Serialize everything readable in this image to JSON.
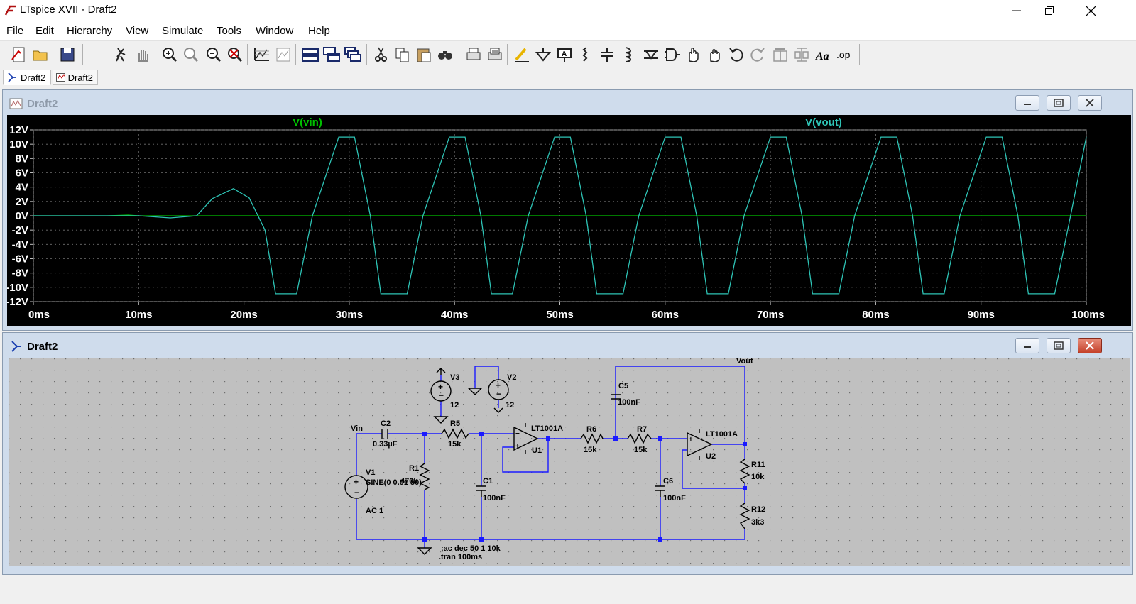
{
  "window": {
    "title": "LTspice XVII - Draft2",
    "minimize_icon": "minimize-icon",
    "maximize_icon": "restore-icon",
    "close_icon": "close-icon"
  },
  "menu": [
    "File",
    "Edit",
    "Hierarchy",
    "View",
    "Simulate",
    "Tools",
    "Window",
    "Help"
  ],
  "toolbar_icons": [
    "new-schematic-icon",
    "open-icon",
    "save-icon",
    "run-icon",
    "halt-icon",
    "zoom-in-icon",
    "pan-icon",
    "zoom-out-icon",
    "zoom-fit-icon",
    "autorange-icon",
    "waveform-icon",
    "tile-horizontal-icon",
    "tile-vertical-icon",
    "cascade-icon",
    "cut-icon",
    "copy-icon",
    "paste-icon",
    "find-icon",
    "print-icon",
    "print-preview-icon",
    "draw-wire-icon",
    "ground-icon",
    "label-net-icon",
    "resistor-icon",
    "capacitor-icon",
    "inductor-icon",
    "diode-icon",
    "component-icon",
    "move-icon",
    "drag-icon",
    "undo-icon",
    "redo-icon",
    "rotate-icon",
    "mirror-icon",
    "text-icon",
    "spice-directive-icon"
  ],
  "toolbar_text": {
    "text_glyph": "Aa",
    "op_glyph": ".op"
  },
  "tabs": [
    {
      "label": "Draft2",
      "icon": "schematic-icon"
    },
    {
      "label": "Draft2",
      "icon": "waveform-icon"
    }
  ],
  "waveform_window": {
    "title": "Draft2",
    "icon": "waveform-icon",
    "trace_labels": [
      "V(vin)",
      "V(vout)"
    ],
    "trace_colors": {
      "vin": "#00c000",
      "vout": "#2ec4b6"
    }
  },
  "chart_data": {
    "type": "line",
    "title": "",
    "xlabel": "",
    "ylabel": "",
    "xlim": [
      0,
      100
    ],
    "ylim": [
      -12,
      12
    ],
    "y_ticks": [
      "12V",
      "10V",
      "8V",
      "6V",
      "4V",
      "2V",
      "0V",
      "-2V",
      "-4V",
      "-6V",
      "-8V",
      "-10V",
      "-12V"
    ],
    "x_ticks": [
      "0ms",
      "10ms",
      "20ms",
      "30ms",
      "40ms",
      "50ms",
      "60ms",
      "70ms",
      "80ms",
      "90ms",
      "100ms"
    ],
    "grid": true,
    "series": [
      {
        "name": "V(vin)",
        "color": "#00c000",
        "x": [
          0,
          7,
          9,
          10,
          20,
          30,
          40,
          50,
          60,
          70,
          80,
          90,
          100
        ],
        "y": [
          0,
          0,
          0.1,
          0,
          0,
          0,
          0,
          0,
          0,
          0,
          0,
          0,
          0
        ]
      },
      {
        "name": "V(vout)",
        "color": "#2ec4b6",
        "x": [
          0,
          10,
          13,
          15.5,
          17,
          19,
          20.5,
          22,
          23,
          25,
          26.5,
          29,
          30.5,
          32,
          33,
          35.5,
          37,
          39.5,
          41,
          42.5,
          43.5,
          45.5,
          47,
          49.5,
          51,
          52.5,
          53.5,
          56,
          57.5,
          60,
          61.5,
          63,
          64,
          66,
          67.5,
          70,
          71.5,
          73,
          74,
          76.5,
          78,
          80.5,
          82,
          83.5,
          84.5,
          86.5,
          88,
          90.5,
          92,
          93.5,
          94.5,
          97,
          98.5,
          100
        ],
        "y": [
          0,
          0,
          -0.3,
          0,
          2.4,
          3.8,
          2.5,
          -2,
          -10.9,
          -10.9,
          0,
          11,
          11,
          0,
          -10.9,
          -10.9,
          0,
          11,
          11,
          0,
          -10.9,
          -10.9,
          0,
          11,
          11,
          0,
          -10.9,
          -10.9,
          0,
          11,
          11,
          0,
          -10.9,
          -10.9,
          0,
          11,
          11,
          0,
          -10.9,
          -10.9,
          0,
          11,
          11,
          0,
          -10.9,
          -10.9,
          0,
          11,
          11,
          0,
          -10.9,
          -10.9,
          0,
          11
        ]
      }
    ]
  },
  "schematic_window": {
    "title": "Draft2",
    "icon": "schematic-icon",
    "labels": {
      "vout": "Vout",
      "vin": "Vin",
      "c5": "C5",
      "c5_val": "100nF",
      "v3": "V3",
      "v3_val": "12",
      "v2": "V2",
      "v2_val": "12",
      "c2": "C2",
      "c2_val": "0.33µF",
      "r5": "R5",
      "r5_val": "15k",
      "u1_part": "LT1001A",
      "u1": "U1",
      "r6": "R6",
      "r6_val": "15k",
      "r7": "R7",
      "r7_val": "15k",
      "u2_part": "LT1001A",
      "u2": "U2",
      "v1": "V1",
      "v1_val": "SINE(0 0.01 50)",
      "v1_ac": "AC 1",
      "r1": "R1",
      "r1_val": "470k",
      "c1": "C1",
      "c1_val": "100nF",
      "c6": "C6",
      "c6_val": "100nF",
      "r11": "R11",
      "r11_val": "10k",
      "r12": "R12",
      "r12_val": "3k3",
      "directive1": ";ac dec 50 1 10k",
      "directive2": ".tran 100ms"
    }
  }
}
